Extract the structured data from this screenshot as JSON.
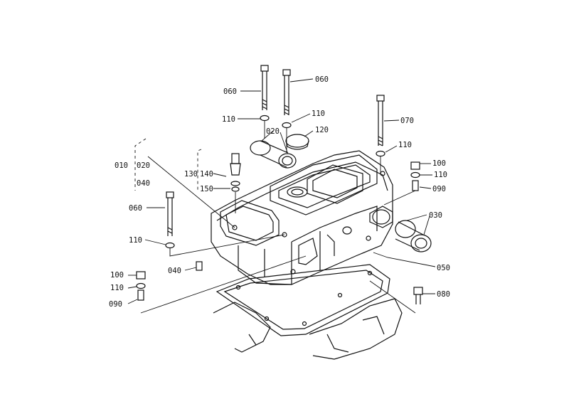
{
  "diagram": {
    "labels": {
      "l060a": "060",
      "l060b": "060",
      "l060c": "060",
      "l110a": "110",
      "l110b": "110",
      "l110c": "110",
      "l110d": "110",
      "l110e": "110",
      "l110f": "110",
      "l020a": "020",
      "l020b": "020",
      "l120": "120",
      "l070": "070",
      "l010": "010",
      "l040a": "040",
      "l040b": "040",
      "l130": "130",
      "l140": "140",
      "l150": "150",
      "l100a": "100",
      "l100b": "100",
      "l090a": "090",
      "l090b": "090",
      "l030": "030",
      "l050": "050",
      "l080": "080"
    }
  }
}
